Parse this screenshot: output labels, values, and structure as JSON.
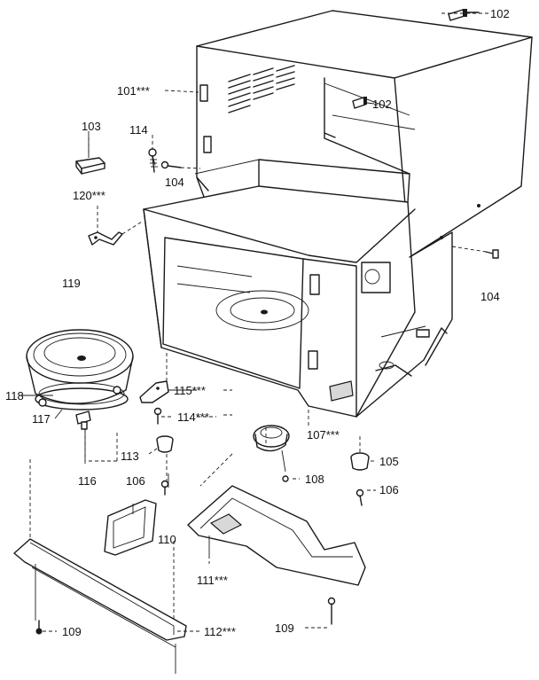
{
  "labels": {
    "p101": "101***",
    "p102a": "102",
    "p102b": "102",
    "p103": "103",
    "p104a": "104",
    "p104b": "104",
    "p105": "105",
    "p106a": "106",
    "p106b": "106",
    "p107": "107***",
    "p108": "108",
    "p109a": "109",
    "p109b": "109",
    "p110": "110",
    "p111": "111***",
    "p112": "112***",
    "p113": "113",
    "p114a": "114",
    "p114b": "114***",
    "p115": "115***",
    "p116": "116",
    "p117": "117",
    "p118": "118",
    "p119": "119",
    "p120": "120***"
  }
}
